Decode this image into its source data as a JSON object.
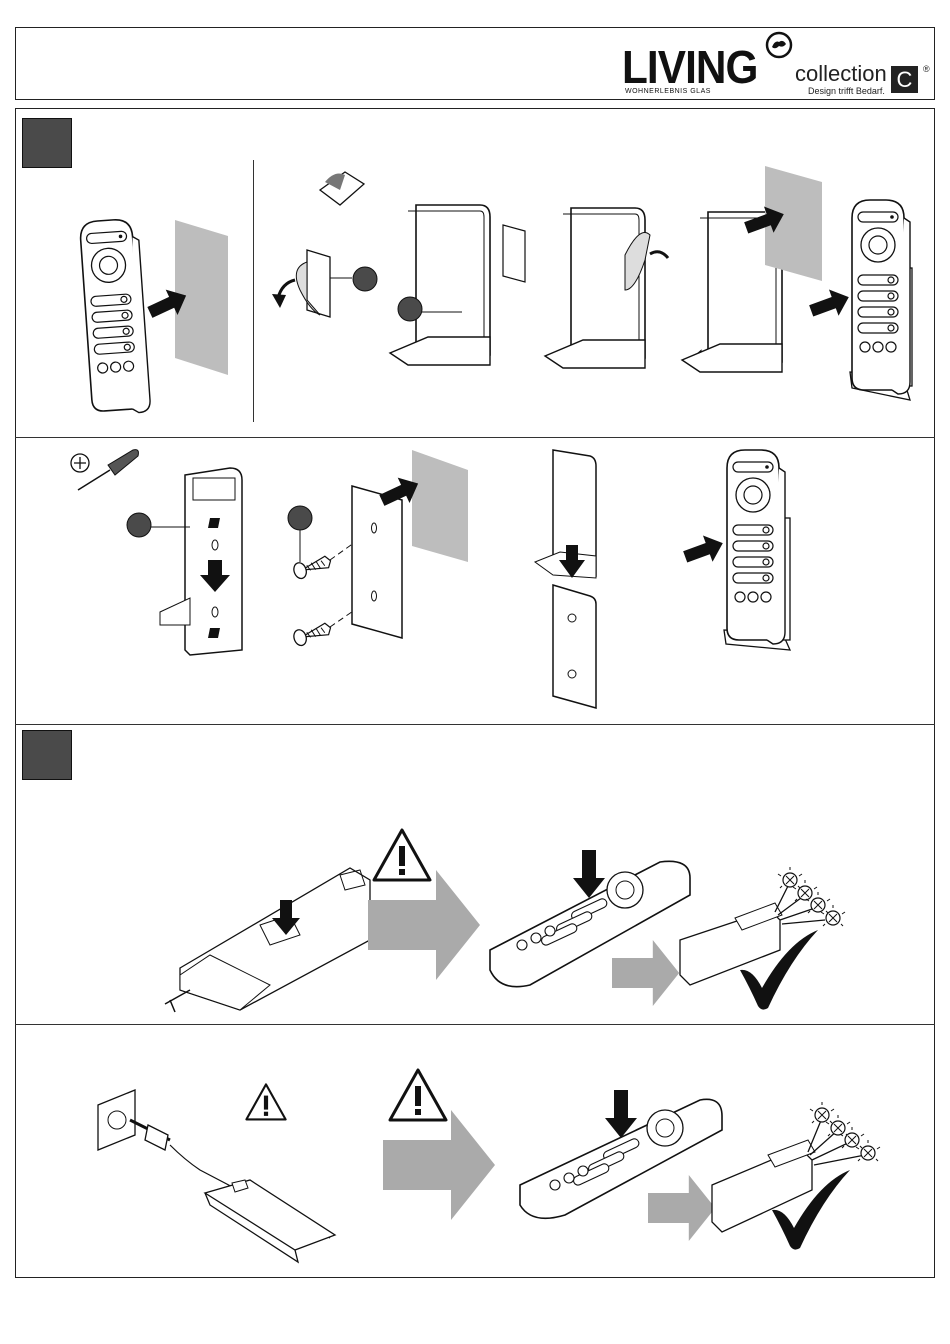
{
  "brand": {
    "living": "LIVING",
    "living_sub": "WOHNERLEBNIS GLAS",
    "collection": "collection",
    "c_mark": "C",
    "registered": "®",
    "tagline": "Design trifft Bedarf."
  },
  "icons": [
    "living-logo-icon",
    "remote-control-icon",
    "wall-holder-icon",
    "adhesive-pad-icon",
    "screwdriver-icon",
    "screw-icon",
    "warning-icon",
    "arrow-icon",
    "checkmark-icon",
    "led-controller-icon",
    "power-socket-icon",
    "power-plug-icon",
    "lamp-icon"
  ],
  "colors": {
    "step_box": "#4a4a4a",
    "arrow_gray": "#aaaaaa",
    "wall_gray": "#bdbdbd"
  }
}
